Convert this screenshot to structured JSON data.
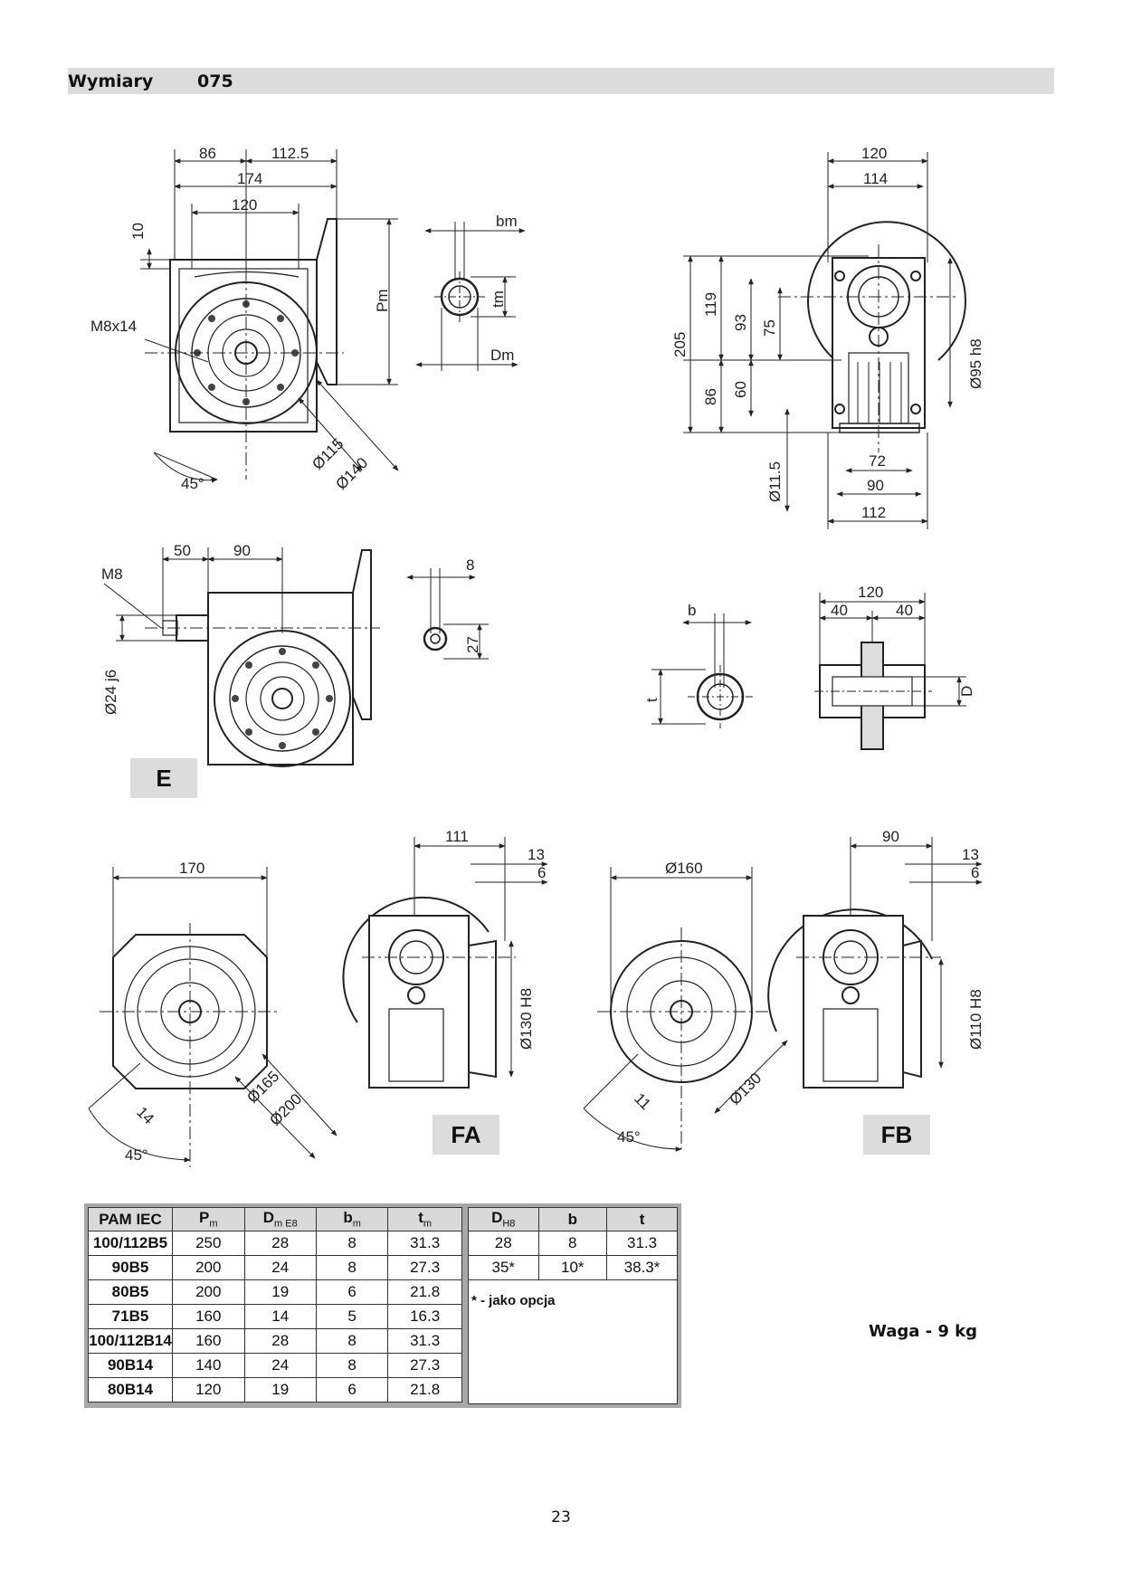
{
  "header": {
    "title": "Wymiary",
    "model": "075"
  },
  "views": {
    "front_top": {
      "dims": [
        "86",
        "112.5",
        "174",
        "120",
        "10",
        "Pm",
        "M8x14",
        "Ø115",
        "Ø140",
        "45°"
      ]
    },
    "shaft_m": {
      "dims": [
        "bm",
        "tm",
        "Dm"
      ]
    },
    "side_top": {
      "dims": [
        "120",
        "114",
        "205",
        "119",
        "93",
        "75",
        "86",
        "60",
        "Ø95 h8",
        "Ø11.5",
        "72",
        "90",
        "112"
      ]
    },
    "view_e": {
      "label": "E",
      "dims": [
        "M8",
        "50",
        "90",
        "Ø24 j6",
        "8",
        "27"
      ]
    },
    "hollow_shaft": {
      "dims": [
        "b",
        "t",
        "120",
        "40",
        "40",
        "D"
      ]
    },
    "view_fa": {
      "label": "FA",
      "dims": [
        "170",
        "111",
        "13",
        "6",
        "Ø130 H8",
        "Ø165",
        "Ø200",
        "14",
        "45°"
      ]
    },
    "view_fb": {
      "label": "FB",
      "dims": [
        "Ø160",
        "90",
        "13",
        "6",
        "Ø110 H8",
        "Ø130",
        "11",
        "45°"
      ]
    }
  },
  "table_motor": {
    "headers": {
      "pam": "PAM IEC",
      "pm": "P",
      "pm_sub": "m",
      "dm": "D",
      "dm_sub": "m  E8",
      "bm": "b",
      "bm_sub": "m",
      "tm": "t",
      "tm_sub": "m"
    },
    "rows": [
      [
        "100/112B5",
        "250",
        "28",
        "8",
        "31.3"
      ],
      [
        "90B5",
        "200",
        "24",
        "8",
        "27.3"
      ],
      [
        "80B5",
        "200",
        "19",
        "6",
        "21.8"
      ],
      [
        "71B5",
        "160",
        "14",
        "5",
        "16.3"
      ],
      [
        "100/112B14",
        "160",
        "28",
        "8",
        "31.3"
      ],
      [
        "90B14",
        "140",
        "24",
        "8",
        "27.3"
      ],
      [
        "80B14",
        "120",
        "19",
        "6",
        "21.8"
      ]
    ]
  },
  "table_hollow": {
    "headers": {
      "d": "D",
      "d_sub": "H8",
      "b": "b",
      "t": "t"
    },
    "rows": [
      [
        "28",
        "8",
        "31.3"
      ],
      [
        "35*",
        "10*",
        "38.3*"
      ]
    ],
    "note": "* - jako opcja"
  },
  "weight": "Waga - 9 kg",
  "page_number": "23"
}
